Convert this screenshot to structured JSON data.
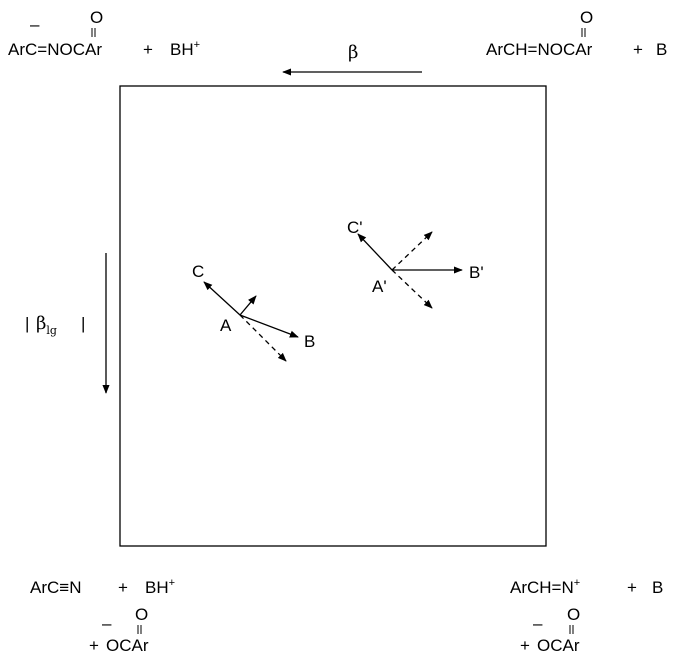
{
  "corners": {
    "top_left": {
      "carbonyl_o": "O",
      "minus_sign": "–",
      "formula_pre": "Ar",
      "formula_carbanion": "C",
      "formula_post": "=NOCAr",
      "plus": "+",
      "base_acid": "BH",
      "base_charge": "+"
    },
    "top_right": {
      "carbonyl_o": "O",
      "formula": "ArCH=NOCAr",
      "plus": "+",
      "base": "B"
    },
    "bottom_left": {
      "formula_pre": "ArC",
      "triple_bond": "≡",
      "formula_post": "N",
      "plus": "+",
      "base_acid": "BH",
      "base_charge": "+",
      "leaving_group_o": "O",
      "leaving_group_plus": "+",
      "leaving_group_minus": "–",
      "leaving_group_formula": "OCAr"
    },
    "bottom_right": {
      "formula": "ArCH=N",
      "cation_charge": "+",
      "plus": "+",
      "base": "B",
      "leaving_group_o": "O",
      "leaving_group_plus": "+",
      "leaving_group_minus": "–",
      "leaving_group_formula": "OCAr"
    }
  },
  "axes": {
    "horizontal": {
      "label": "β"
    },
    "vertical": {
      "label_symbol": "β",
      "label_subscript": "lg",
      "bracket_left": "|",
      "bracket_right": "|"
    }
  },
  "points": {
    "unprimed": {
      "a": "A",
      "b": "B",
      "c": "C"
    },
    "primed": {
      "a": "A'",
      "b": "B'",
      "c": "C'"
    }
  }
}
